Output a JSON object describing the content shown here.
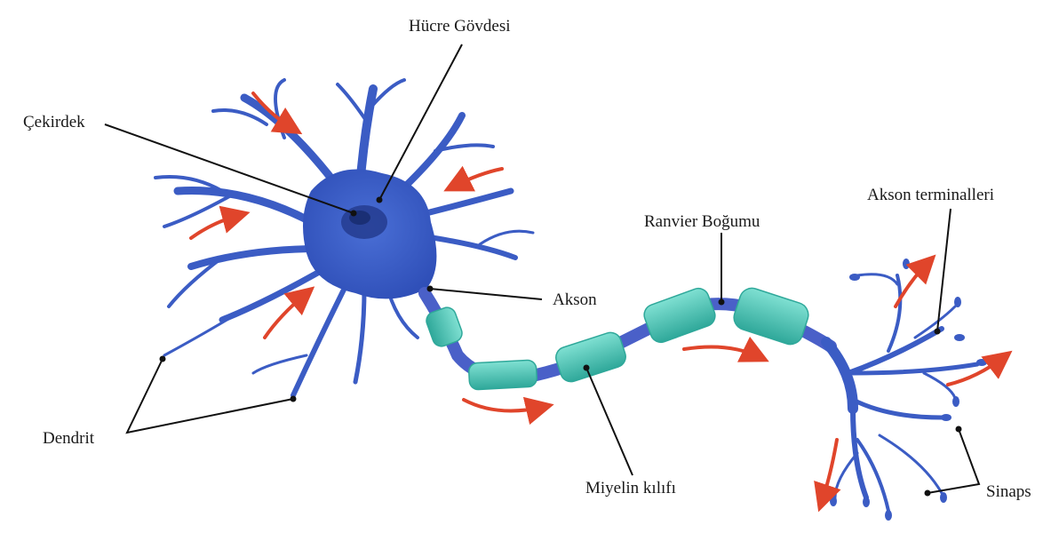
{
  "colors": {
    "neuron_body": "#3b5cc4",
    "neuron_dark": "#2a43a0",
    "nucleus": "#243c8f",
    "myelin": "#5ccfbf",
    "myelin_dark": "#2fa89a",
    "node": "#4a60c8",
    "arrow": "#e0452b",
    "leader": "#111111"
  },
  "labels": {
    "cell_body": "Hücre Gövdesi",
    "nucleus": "Çekirdek",
    "axon": "Akson",
    "dendrite": "Dendrit",
    "node_of_ranvier": "Ranvier Boğumu",
    "axon_terminals": "Akson terminalleri",
    "myelin_sheath": "Miyelin kılıfı",
    "synapse": "Sinaps"
  }
}
